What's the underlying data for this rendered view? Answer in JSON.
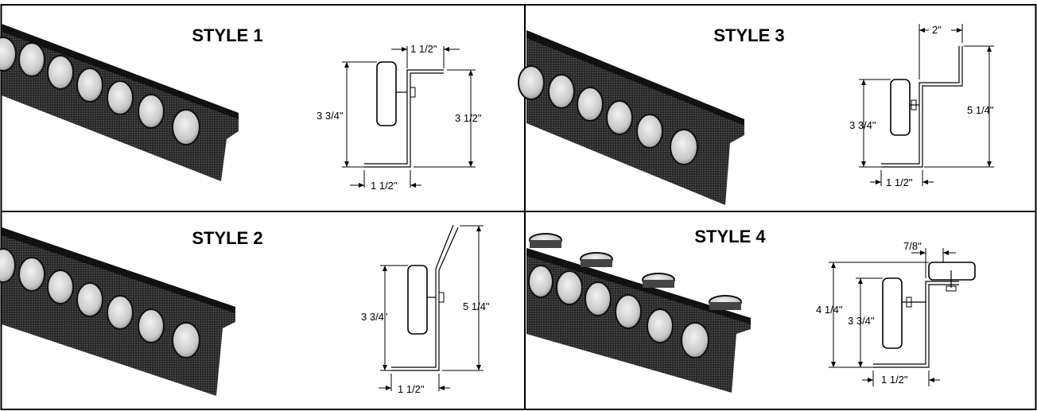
{
  "panels": [
    {
      "title": "STYLE 1",
      "dims": {
        "top": "1 1/2\"",
        "left": "3 3/4\"",
        "right": "3 1/2\"",
        "bottom": "1 1/2\""
      }
    },
    {
      "title": "STYLE 3",
      "dims": {
        "top": "2\"",
        "left": "3 3/4\"",
        "right": "5 1/4\"",
        "bottom": "1 1/2\""
      }
    },
    {
      "title": "STYLE 2",
      "dims": {
        "left": "3 3/4\"",
        "right": "5 1/4\"",
        "bottom": "1 1/2\""
      }
    },
    {
      "title": "STYLE 4",
      "dims": {
        "top": "7/8\"",
        "outer": "4 1/4\"",
        "left": "3 3/4\"",
        "bottom": "1 1/2\""
      }
    }
  ],
  "colors": {
    "ink": "#000000",
    "rail": "#1c1c1c",
    "wheel_face": "#cfcfcf",
    "background": "#ffffff"
  }
}
